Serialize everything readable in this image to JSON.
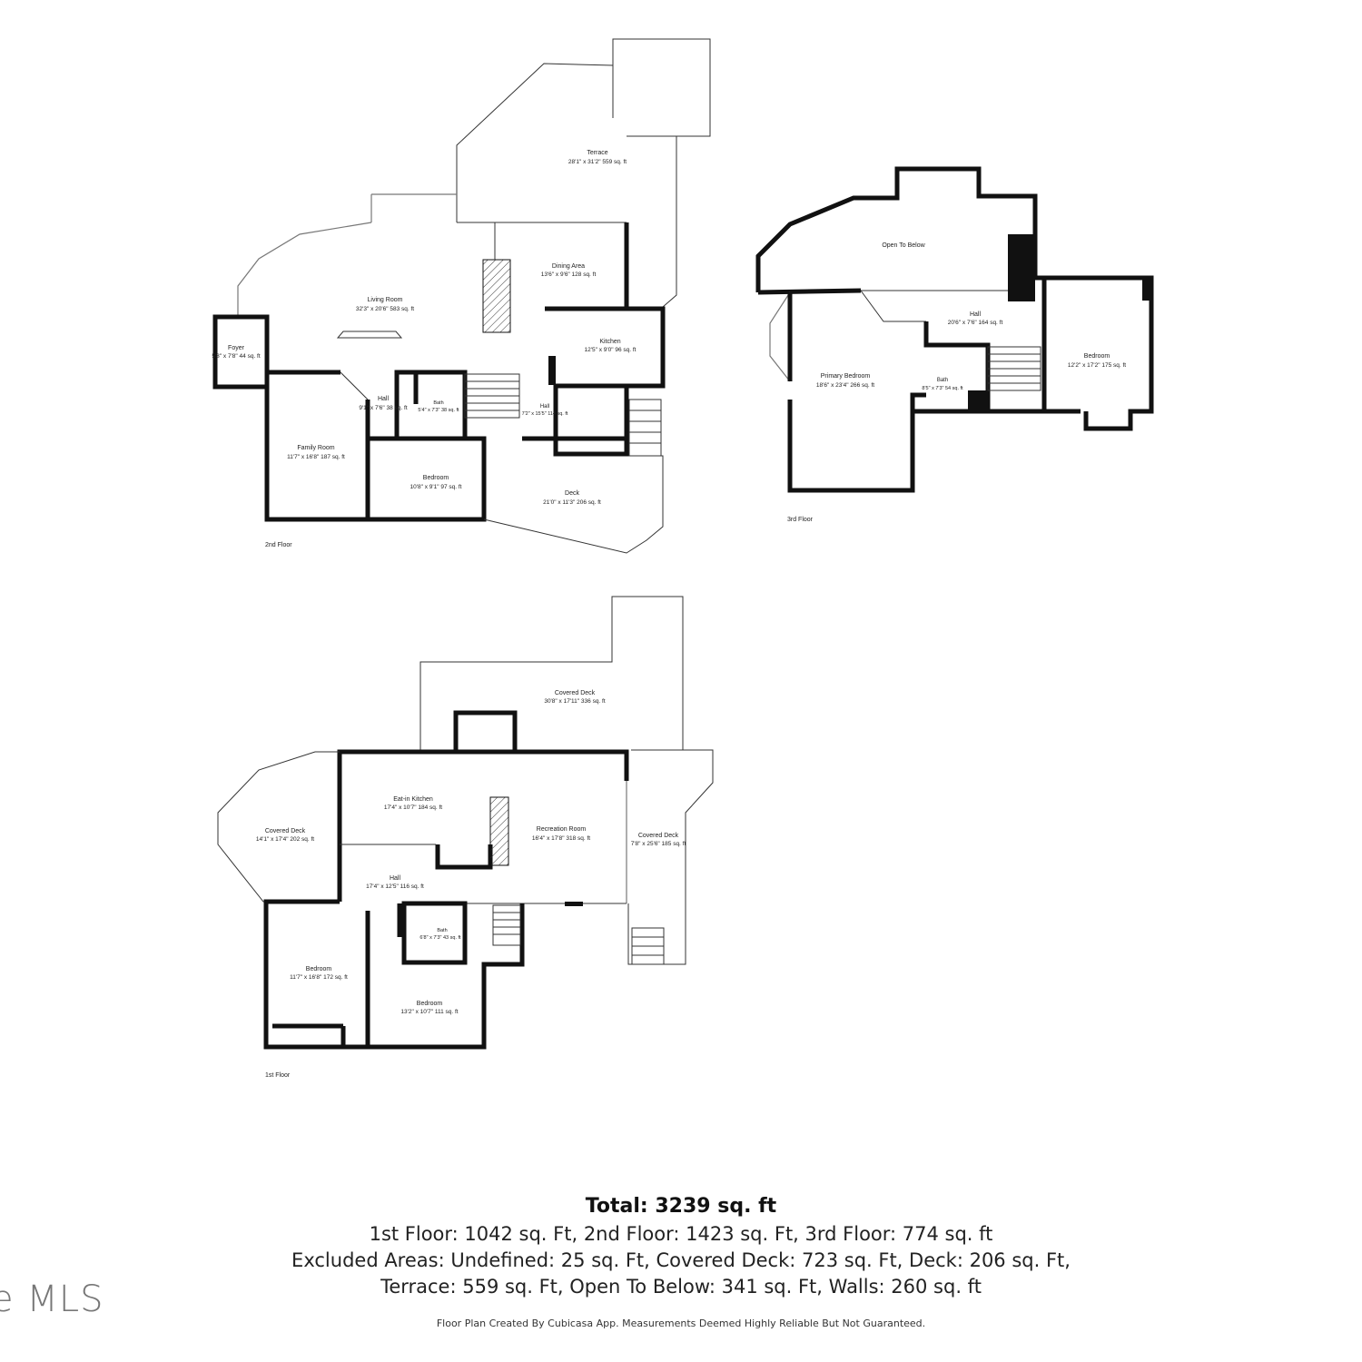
{
  "floors": {
    "second": {
      "label": "2nd Floor",
      "rooms": [
        {
          "name": "Terrace",
          "dims": "28'1\" x 31'2\" 559 sq. ft"
        },
        {
          "name": "Dining Area",
          "dims": "13'6\" x 9'6\" 128 sq. ft"
        },
        {
          "name": "Living Room",
          "dims": "32'3\" x 20'6\" 583 sq. ft"
        },
        {
          "name": "Foyer",
          "dims": "5'8\" x 7'8\" 44 sq. ft"
        },
        {
          "name": "Kitchen",
          "dims": "12'5\" x 9'0\" 96 sq. ft"
        },
        {
          "name": "Hall",
          "dims": "9'1\" x 7'6\" 38 sq. ft"
        },
        {
          "name": "Bath",
          "dims": "5'4\" x 7'3\" 38 sq. ft"
        },
        {
          "name": "Hall",
          "dims": "7'2\" x 15'5\" 114 sq. ft"
        },
        {
          "name": "Family Room",
          "dims": "11'7\" x 16'8\" 187 sq. ft"
        },
        {
          "name": "Bedroom",
          "dims": "10'8\" x 9'1\" 97 sq. ft"
        },
        {
          "name": "Deck",
          "dims": "21'0\" x 11'3\" 206 sq. ft"
        }
      ]
    },
    "third": {
      "label": "3rd Floor",
      "rooms": [
        {
          "name": "Open To Below",
          "dims": ""
        },
        {
          "name": "Hall",
          "dims": "20'6\" x 7'6\" 164 sq. ft"
        },
        {
          "name": "Primary Bedroom",
          "dims": "18'6\" x 23'4\" 266 sq. ft"
        },
        {
          "name": "Bath",
          "dims": "8'5\" x 7'3\" 54 sq. ft"
        },
        {
          "name": "Bedroom",
          "dims": "12'2\" x 17'2\" 175 sq. ft"
        }
      ]
    },
    "first": {
      "label": "1st Floor",
      "rooms": [
        {
          "name": "Covered Deck",
          "dims": "30'8\" x 17'11\" 336 sq. ft"
        },
        {
          "name": "Eat-in Kitchen",
          "dims": "17'4\" x 10'7\" 184 sq. ft"
        },
        {
          "name": "Recreation Room",
          "dims": "16'4\" x 17'8\" 318 sq. ft"
        },
        {
          "name": "Covered Deck",
          "dims": "14'1\" x 17'4\" 202 sq. ft"
        },
        {
          "name": "Covered Deck",
          "dims": "7'8\" x 25'6\" 185 sq. ft"
        },
        {
          "name": "Hall",
          "dims": "17'4\" x 12'5\" 116 sq. ft"
        },
        {
          "name": "Bath",
          "dims": "6'8\" x 7'3\" 43 sq. ft"
        },
        {
          "name": "Bedroom",
          "dims": "11'7\" x 16'8\" 172 sq. ft"
        },
        {
          "name": "Bedroom",
          "dims": "13'2\" x 10'7\" 111 sq. ft"
        }
      ]
    }
  },
  "summary": {
    "total": "Total: 3239 sq. ft",
    "line1": "1st Floor: 1042 sq. Ft, 2nd Floor: 1423 sq. Ft, 3rd Floor: 774 sq. ft",
    "line2": "Excluded Areas: Undefined: 25 sq. Ft, Covered Deck: 723 sq. Ft, Deck: 206 sq. Ft,",
    "line3": "Terrace: 559 sq. Ft, Open To Below: 341 sq. Ft, Walls: 260 sq. ft"
  },
  "disclaimer": "Floor Plan Created By Cubicasa App. Measurements Deemed Highly Reliable But Not Guaranteed.",
  "watermark": "e MLS"
}
